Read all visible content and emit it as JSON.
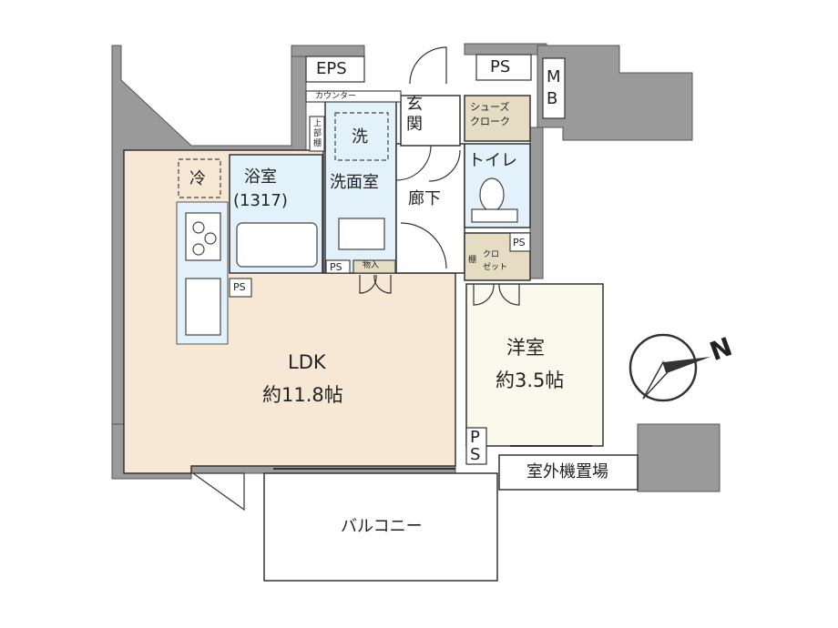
{
  "rooms": {
    "ldk": {
      "name": "LDK",
      "size": "約11.8帖"
    },
    "western": {
      "name": "洋室",
      "size": "約3.5帖"
    },
    "bath": {
      "name": "浴室",
      "size": "(1317)"
    },
    "washroom": {
      "name": "洗面室"
    },
    "hall": {
      "name": "廊下"
    },
    "entrance": {
      "line1": "玄",
      "line2": "関"
    },
    "toilet": {
      "name": "トイレ"
    },
    "shoes": {
      "line1": "シューズ",
      "line2": "クローク"
    },
    "closet": {
      "shelf": "棚",
      "line1": "クロ",
      "line2": "ゼット"
    },
    "storage": {
      "name": "物入"
    },
    "balcony": {
      "name": "バルコニー"
    },
    "outdoor_unit": {
      "name": "室外機置場"
    }
  },
  "fixtures": {
    "fridge": "冷",
    "washer": "洗",
    "counter": "カウンター",
    "upper_shelf": {
      "line1": "上",
      "line2": "部",
      "line3": "棚"
    }
  },
  "shafts": {
    "eps": "EPS",
    "ps_top": "PS",
    "mb": {
      "line1": "M",
      "line2": "B"
    },
    "ps_bath": "PS",
    "ps_kitchen": "PS",
    "ps_toilet": "PS",
    "ps_bottom": {
      "line1": "P",
      "line2": "S"
    }
  },
  "compass": {
    "north": "N"
  },
  "colors": {
    "wall": "#9a9a9a",
    "ldk_floor": "#f6e8d5",
    "western_floor": "#fafaec",
    "wet_floor": "#e3f1fa",
    "storage_floor": "#e5dcc3",
    "line": "#333333"
  }
}
